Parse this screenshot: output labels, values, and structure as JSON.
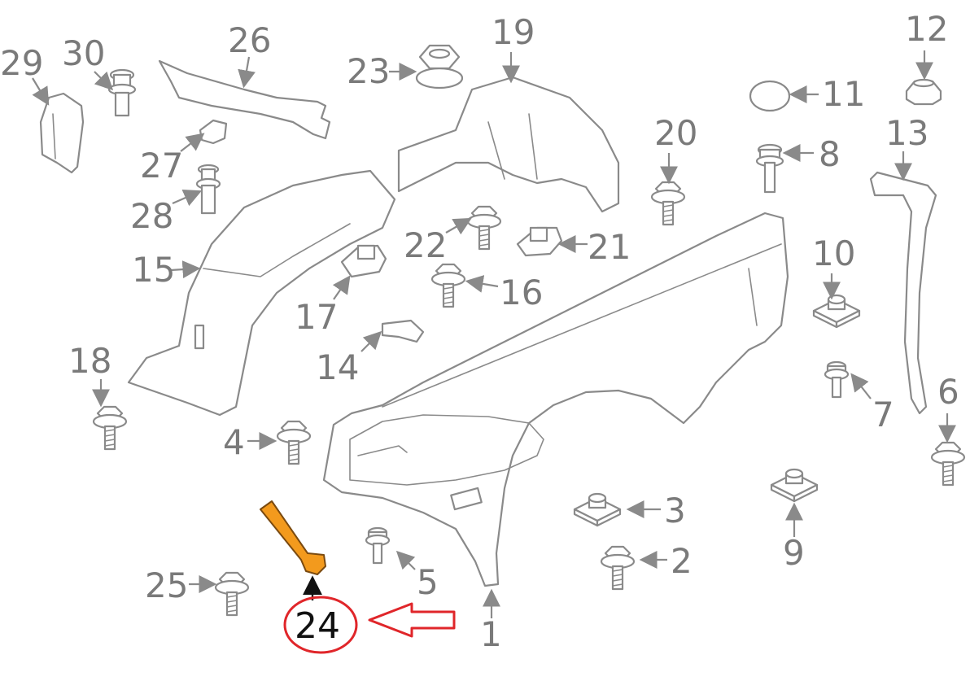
{
  "diagram": {
    "callouts": {
      "c1": "1",
      "c2": "2",
      "c3": "3",
      "c4": "4",
      "c5": "5",
      "c6": "6",
      "c7": "7",
      "c8": "8",
      "c9": "9",
      "c10": "10",
      "c11": "11",
      "c12": "12",
      "c13": "13",
      "c14": "14",
      "c15": "15",
      "c16": "16",
      "c17": "17",
      "c18": "18",
      "c19": "19",
      "c20": "20",
      "c21": "21",
      "c22": "22",
      "c23": "23",
      "c25": "25",
      "c26": "26",
      "c27": "27",
      "c28": "28",
      "c29": "29",
      "c30": "30"
    },
    "highlighted_part": {
      "number": "24",
      "fill_color": "#f39a1d",
      "circle_color": "#e0262a",
      "pointer_arrow_color": "#e0262a"
    },
    "line_color": "#8a8a8a"
  }
}
